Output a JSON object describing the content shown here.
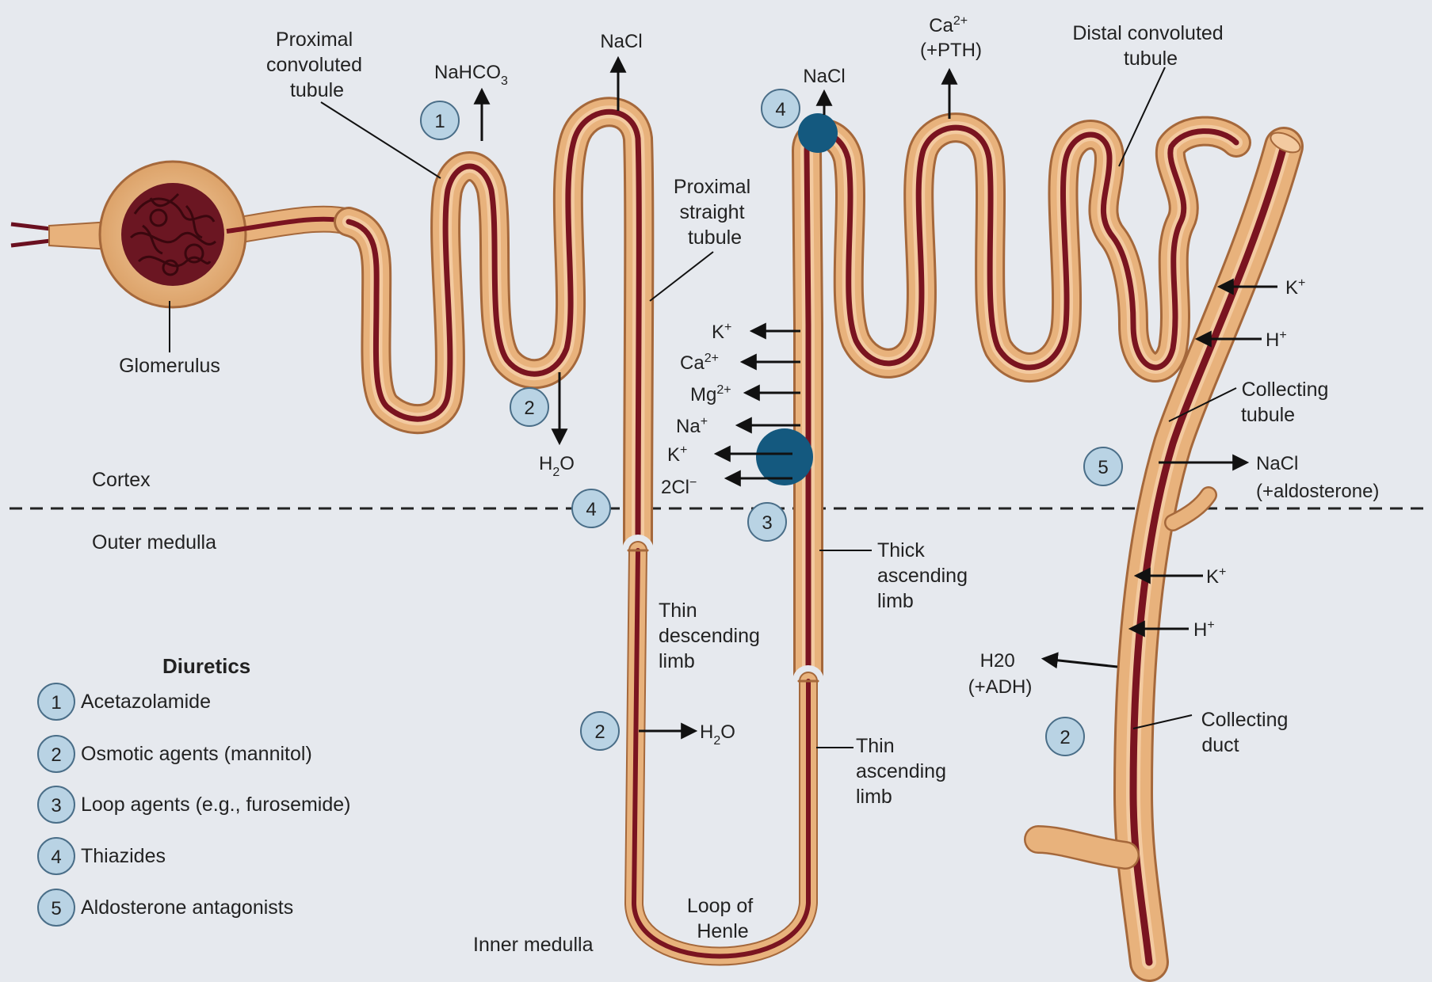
{
  "regions": {
    "cortex": "Cortex",
    "outer_medulla": "Outer medulla",
    "inner_medulla": "Inner medulla"
  },
  "structures": {
    "glomerulus": "Glomerulus",
    "pct": [
      "Proximal",
      "convoluted",
      "tubule"
    ],
    "pst": [
      "Proximal",
      "straight",
      "tubule"
    ],
    "dct": [
      "Distal convoluted",
      "tubule"
    ],
    "collecting_tubule": [
      "Collecting",
      "tubule"
    ],
    "collecting_duct": [
      "Collecting",
      "duct"
    ],
    "thick_ascending": [
      "Thick",
      "ascending",
      "limb"
    ],
    "thin_ascending": [
      "Thin",
      "ascending",
      "limb"
    ],
    "thin_descending": [
      "Thin",
      "descending",
      "limb"
    ],
    "loop_of_henle": [
      "Loop of",
      "Henle"
    ]
  },
  "ions": {
    "nahco3": {
      "base": "NaHCO",
      "sub": "3"
    },
    "nacl_top": "NaCl",
    "nacl_dct": "NaCl",
    "ca_pth": {
      "base": "Ca",
      "sup": "2+",
      "line2": "(+PTH)"
    },
    "h2o_pct": {
      "base": "H",
      "sub": "2",
      "tail": "O"
    },
    "tal_k1": {
      "base": "K",
      "sup": "+"
    },
    "tal_ca": {
      "base": "Ca",
      "sup": "2+"
    },
    "tal_mg": {
      "base": "Mg",
      "sup": "2+"
    },
    "tal_na": {
      "base": "Na",
      "sup": "+"
    },
    "tal_k2": {
      "base": "K",
      "sup": "+"
    },
    "tal_cl": {
      "base": "2Cl",
      "sup": "−"
    },
    "h2o_desc": {
      "base": "H",
      "sub": "2",
      "tail": "O"
    },
    "ct_k": {
      "base": "K",
      "sup": "+"
    },
    "ct_h": {
      "base": "H",
      "sup": "+"
    },
    "ct_nacl": [
      "NaCl",
      "(+aldosterone)"
    ],
    "cd_k": {
      "base": "K",
      "sup": "+"
    },
    "cd_h": {
      "base": "H",
      "sup": "+"
    },
    "cd_h2o": [
      "H20",
      "(+ADH)"
    ]
  },
  "site_markers": {
    "pct_1": "1",
    "pct_2": "2",
    "border_4": "4",
    "tal_3": "3",
    "dct_4": "4",
    "desc_2": "2",
    "ct_5": "5",
    "cd_2": "2"
  },
  "legend": {
    "title": "Diuretics",
    "items": [
      {
        "num": "1",
        "label": "Acetazolamide"
      },
      {
        "num": "2",
        "label": "Osmotic agents (mannitol)"
      },
      {
        "num": "3",
        "label": "Loop agents (e.g., furosemide)"
      },
      {
        "num": "4",
        "label": "Thiazides"
      },
      {
        "num": "5",
        "label": "Aldosterone antagonists"
      }
    ]
  },
  "colors": {
    "background": "#e6e9ee",
    "tubule": "#e8b27c",
    "tubule_outline": "#a5683b",
    "lumen": "#7a1420",
    "marker_fill": "#b9d3e4",
    "marker_stroke": "#4a6e88",
    "transporter": "#14597f"
  }
}
